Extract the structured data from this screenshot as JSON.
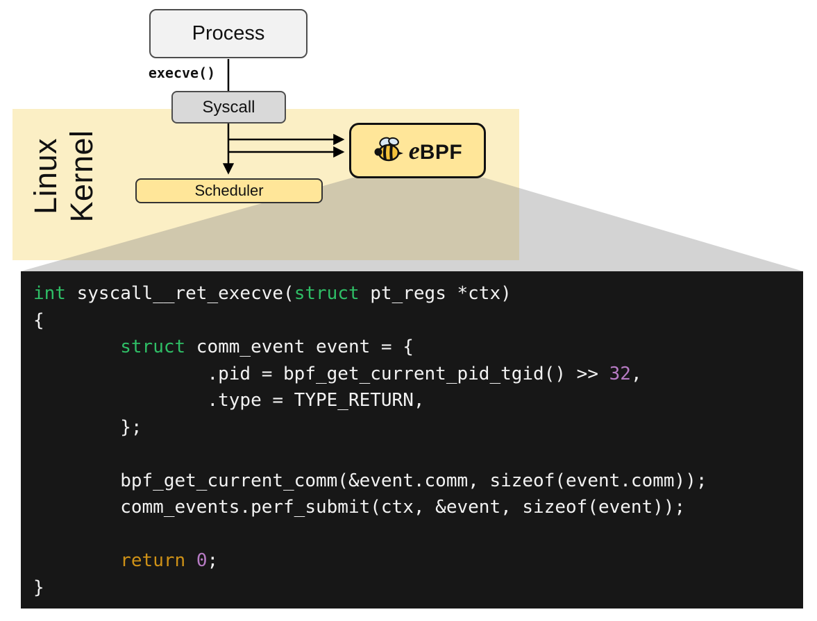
{
  "diagram": {
    "process": {
      "label": "Process"
    },
    "execve": {
      "label": "execve()"
    },
    "syscall": {
      "label": "Syscall"
    },
    "kernel": {
      "label_line1": "Linux",
      "label_line2": "Kernel"
    },
    "scheduler": {
      "label": "Scheduler"
    },
    "ebpf": {
      "label_e": "e",
      "label_bpf": "BPF",
      "icon": "bee-icon"
    }
  },
  "colors": {
    "kernel_bg": "#FBEFC5",
    "box_yellow": "#FFE699",
    "box_gray": "#D9D9D9",
    "box_light": "#F2F2F2",
    "code_bg": "#171717",
    "code_default": "#F2F2F2",
    "keyword_green": "#2FBE66",
    "keyword_orange": "#CE9117",
    "number_purple": "#B77BC4",
    "funnel_gray": "#808080"
  },
  "code": {
    "lines": [
      [
        {
          "t": "int",
          "c": "green"
        },
        {
          "t": " syscall__ret_execve(",
          "c": "plain"
        },
        {
          "t": "struct",
          "c": "green"
        },
        {
          "t": " pt_regs *ctx)",
          "c": "plain"
        }
      ],
      [
        {
          "t": "{",
          "c": "plain"
        }
      ],
      [
        {
          "t": "        ",
          "c": "plain"
        },
        {
          "t": "struct",
          "c": "green"
        },
        {
          "t": " comm_event event = {",
          "c": "plain"
        }
      ],
      [
        {
          "t": "                .pid = bpf_get_current_pid_tgid() >> ",
          "c": "plain"
        },
        {
          "t": "32",
          "c": "purple"
        },
        {
          "t": ",",
          "c": "plain"
        }
      ],
      [
        {
          "t": "                .type = TYPE_RETURN,",
          "c": "plain"
        }
      ],
      [
        {
          "t": "        };",
          "c": "plain"
        }
      ],
      [],
      [
        {
          "t": "        bpf_get_current_comm(&event.comm, sizeof(event.comm));",
          "c": "plain"
        }
      ],
      [
        {
          "t": "        comm_events.perf_submit(ctx, &event, sizeof(event));",
          "c": "plain"
        }
      ],
      [],
      [
        {
          "t": "        ",
          "c": "plain"
        },
        {
          "t": "return",
          "c": "orange"
        },
        {
          "t": " ",
          "c": "plain"
        },
        {
          "t": "0",
          "c": "purple"
        },
        {
          "t": ";",
          "c": "plain"
        }
      ],
      [
        {
          "t": "}",
          "c": "plain"
        }
      ]
    ]
  }
}
